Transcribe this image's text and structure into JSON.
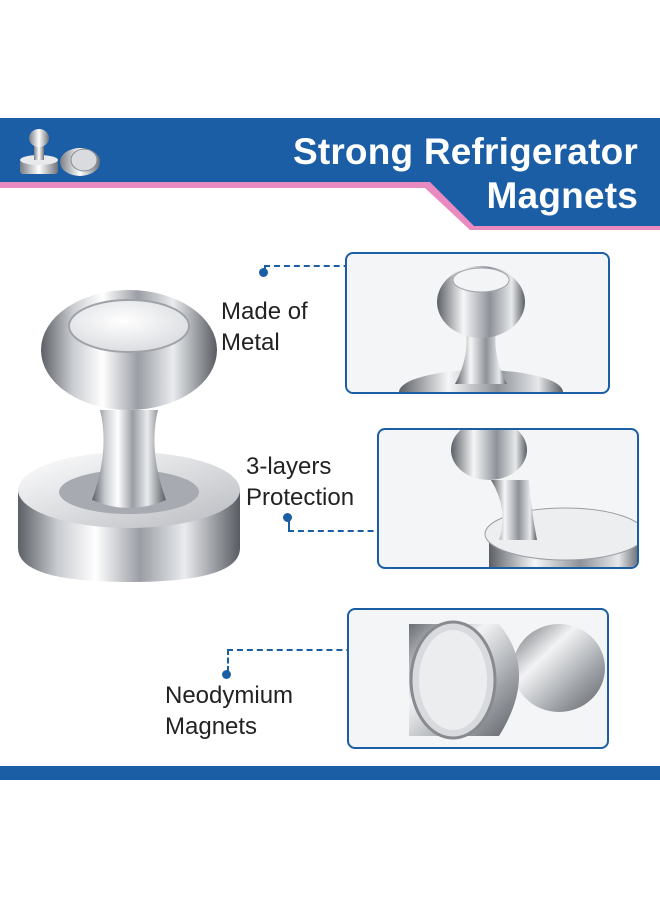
{
  "banner": {
    "title_line1": "Strong Refrigerator",
    "title_line2": "Magnets",
    "icon": "magnet-pair-icon"
  },
  "features": [
    {
      "line1": "Made of",
      "line2": "Metal",
      "icon": "magnet-head-closeup"
    },
    {
      "line1": "3-layers",
      "line2": "Protection",
      "icon": "magnet-neck-closeup"
    },
    {
      "line1": "Neodymium",
      "line2": "Magnets",
      "icon": "magnet-base-closeup"
    }
  ],
  "colors": {
    "brand_blue": "#1b5ea6",
    "accent_pink": "#e98bc0",
    "panel_border": "#1a5fa3",
    "text": "#222222"
  }
}
